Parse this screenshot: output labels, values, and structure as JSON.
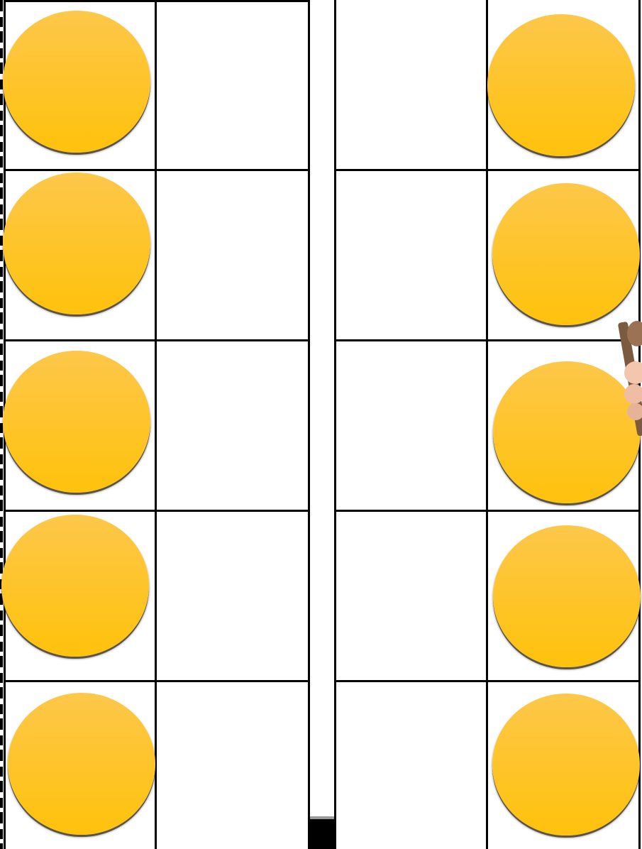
{
  "ten_frames": [
    {
      "name": "left-ten-frame",
      "rows": 5,
      "columns": 2,
      "filled_cells": [
        {
          "row": 1,
          "column": 1
        },
        {
          "row": 2,
          "column": 1
        },
        {
          "row": 3,
          "column": 1
        },
        {
          "row": 4,
          "column": 1
        },
        {
          "row": 5,
          "column": 1
        }
      ]
    },
    {
      "name": "right-ten-frame",
      "rows": 5,
      "columns": 2,
      "filled_cells": [
        {
          "row": 1,
          "column": 2
        },
        {
          "row": 2,
          "column": 2
        },
        {
          "row": 3,
          "column": 2
        },
        {
          "row": 4,
          "column": 2
        },
        {
          "row": 5,
          "column": 2
        }
      ]
    }
  ],
  "counter_color": "#FFC20C",
  "counter_highlight": "#FDC74A",
  "grid_line_color": "#000000",
  "decoration": {
    "icon": "hand-holding-stick-icon"
  }
}
